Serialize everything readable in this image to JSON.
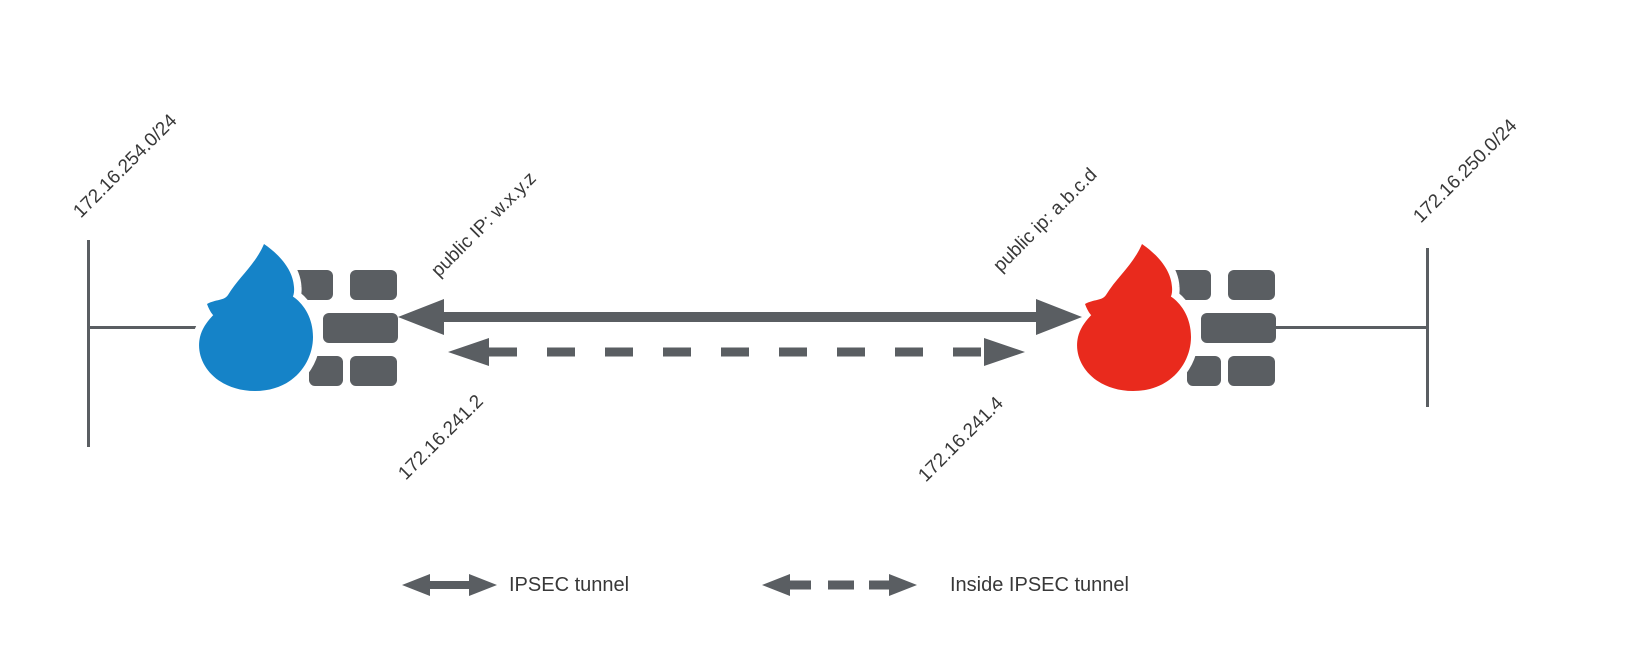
{
  "diagram": {
    "left_network_label": "172.16.254.0/24",
    "right_network_label": "172.16.250.0/24",
    "left_public_ip_label": "public IP: w.x.y.z",
    "right_public_ip_label": "public ip: a.b.c.d",
    "left_tunnel_ip_label": "172.16.241.2",
    "right_tunnel_ip_label": "172.16.241.4"
  },
  "legend": {
    "ipsec_tunnel_label": "IPSEC tunnel",
    "inside_ipsec_tunnel_label": "Inside IPSEC tunnel"
  },
  "colors": {
    "left_flame": "#1583c8",
    "right_flame": "#e92a1d",
    "brick_gray": "#5a5e62",
    "line_gray": "#5a5e62",
    "label_text": "#383838",
    "background": "#ffffff"
  },
  "icons": {
    "left_firewall": "firewall-flame-icon",
    "right_firewall": "firewall-flame-icon",
    "solid_arrow": "double-arrow-solid-icon",
    "dashed_arrow": "double-arrow-dashed-icon"
  }
}
